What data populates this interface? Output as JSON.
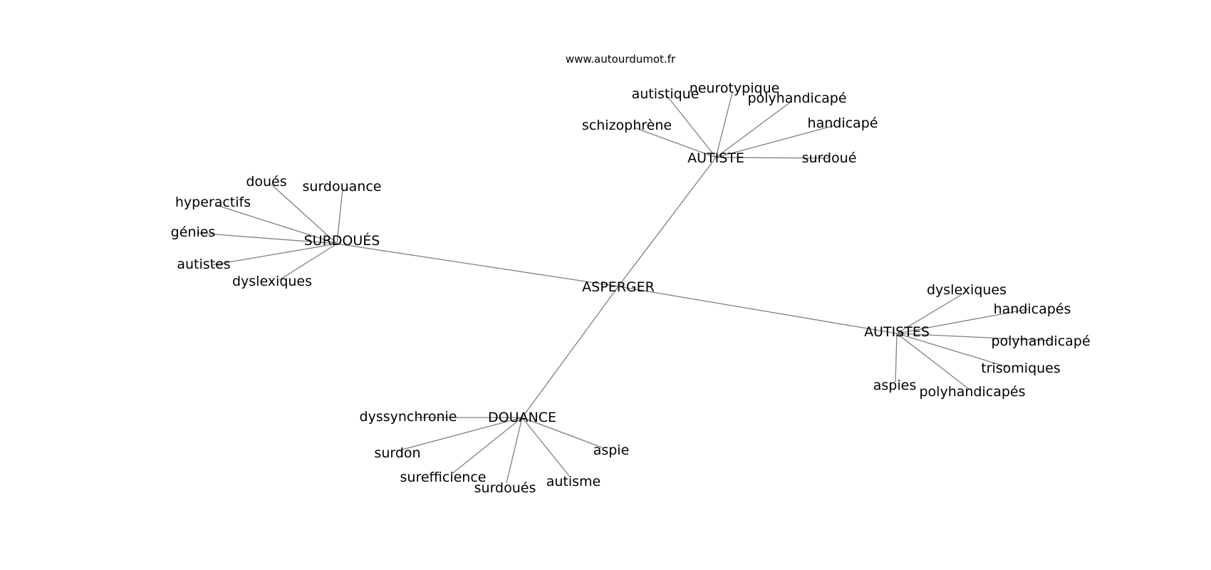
{
  "source": "www.autourdumot.fr",
  "graph": {
    "center": "ASPERGER",
    "hubs": [
      {
        "label": "AUTISTE",
        "leaves": [
          "autistique",
          "neurotypique",
          "polyhandicapé",
          "handicapé",
          "schizophrène",
          "surdoué"
        ]
      },
      {
        "label": "SURDOUÉS",
        "leaves": [
          "doués",
          "surdouance",
          "hyperactifs",
          "génies",
          "autistes",
          "dyslexiques"
        ]
      },
      {
        "label": "AUTISTES",
        "leaves": [
          "dyslexiques",
          "handicapés",
          "polyhandicapé",
          "trisomiques",
          "aspies",
          "polyhandicapés"
        ]
      },
      {
        "label": "DOUANCE",
        "leaves": [
          "dyssynchronie",
          "surdon",
          "surefficience",
          "surdoués",
          "autisme",
          "aspie"
        ]
      }
    ]
  }
}
